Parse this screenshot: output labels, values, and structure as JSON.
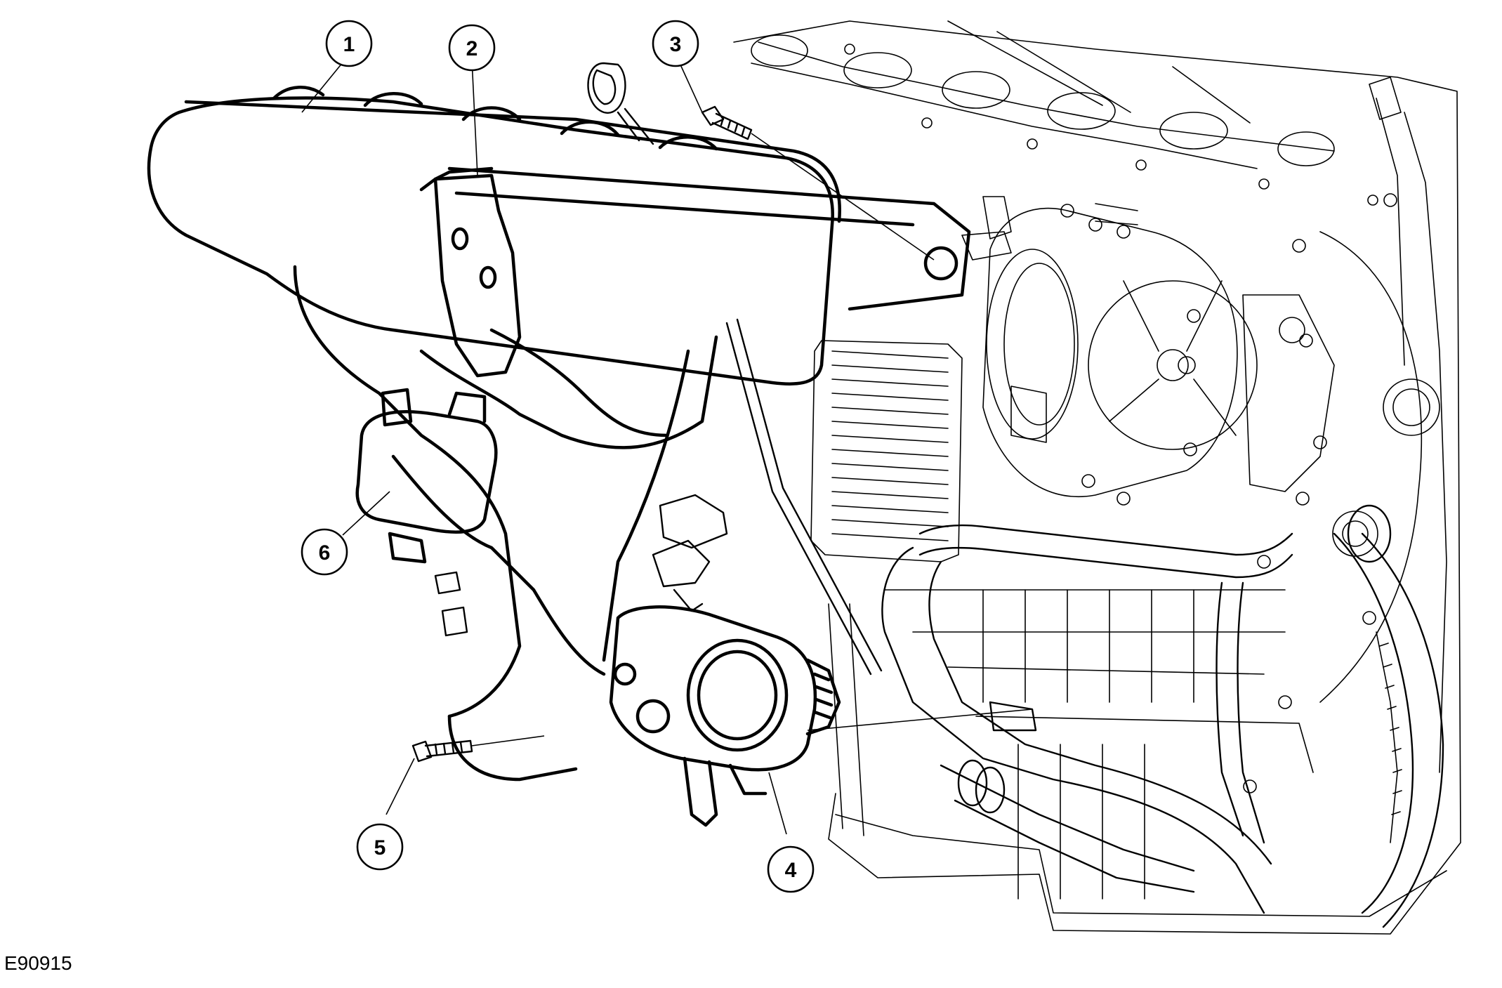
{
  "figure": {
    "id": "E90915",
    "callouts": [
      {
        "label": "1"
      },
      {
        "label": "2"
      },
      {
        "label": "3"
      },
      {
        "label": "4"
      },
      {
        "label": "5"
      },
      {
        "label": "6"
      }
    ]
  }
}
